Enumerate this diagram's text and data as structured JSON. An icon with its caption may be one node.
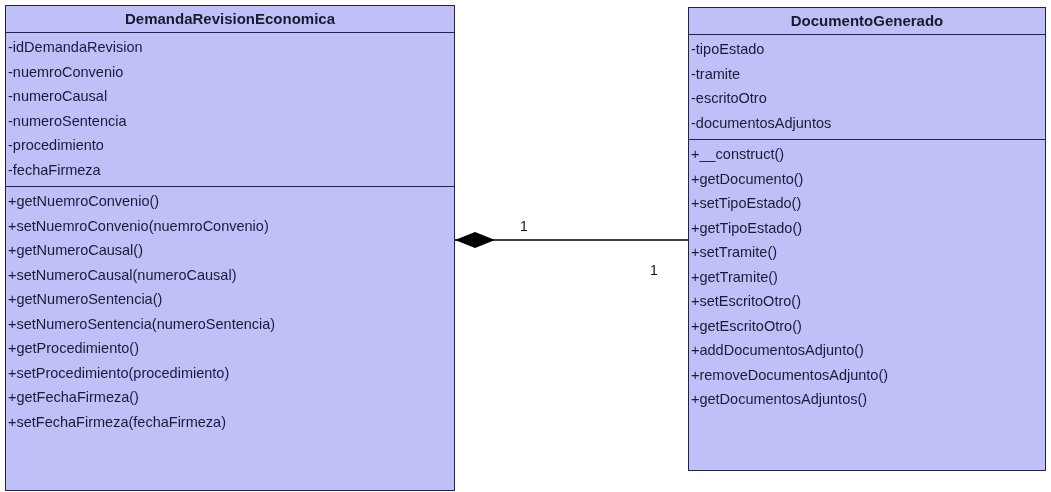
{
  "diagram": {
    "nodes": [
      {
        "text": [
          "DemandaRevisionEconomica",
          "-idDemandaRevision",
          "-nuemroConvenio",
          "-numeroCausal",
          "-numeroSentencia",
          "-procedimiento",
          "-fechaFirmeza",
          "+getNuemroConvenio()",
          "+setNuemroConvenio(nuemroConvenio)",
          "+getNumeroCausal()",
          "+setNumeroCausal(numeroCausal)",
          "+getNumeroSentencia()",
          "+setNumeroSentencia(numeroSentencia)",
          "+getProcedimiento()",
          "+setProcedimiento(procedimiento)",
          "+getFechaFirmeza()",
          "+setFechaFirmeza(fechaFirmeza)"
        ]
      },
      {
        "text": [
          "DocumentoGenerado",
          "-tipoEstado",
          "-tramite",
          "-escritoOtro",
          "-documentosAdjuntos",
          "+__construct()",
          "+getDocumento()",
          "+setTipoEstado()",
          "+getTipoEstado()",
          "+setTramite()",
          "+getTramite()",
          "+setEscritoOtro()",
          "+getEscritoOtro()",
          "+addDocumentosAdjunto()",
          "+removeDocumentosAdjunto()",
          "+getDocumentosAdjuntos()"
        ]
      }
    ],
    "edges": [
      {
        "from": 0,
        "to": 1,
        "arrow": "other"
      }
    ],
    "labels": [
      "1",
      "1"
    ]
  }
}
